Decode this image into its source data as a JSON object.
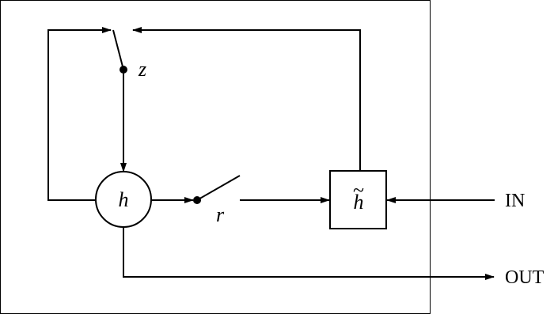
{
  "diagram": {
    "labels": {
      "z": "z",
      "h": "h",
      "h_tilde": "h",
      "tilde_mark": "~",
      "r": "r",
      "in": "IN",
      "out": "OUT"
    },
    "colors": {
      "stroke": "#000000",
      "background": "#ffffff"
    }
  }
}
